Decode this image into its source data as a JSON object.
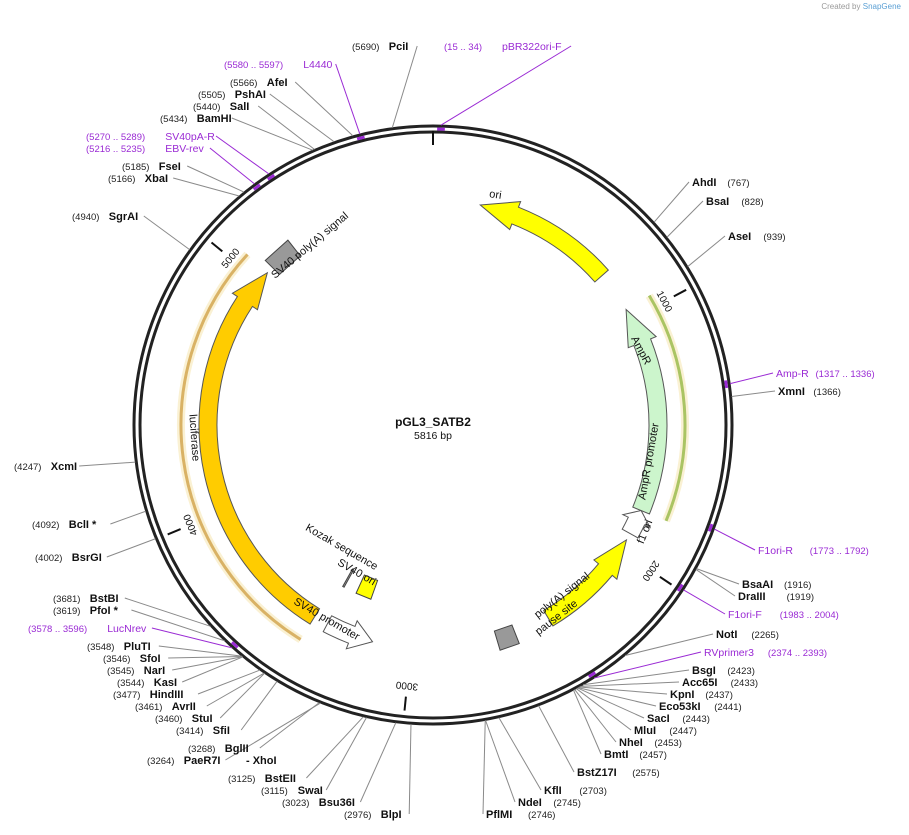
{
  "credit": {
    "prefix": "Created by",
    "brand": "SnapGene"
  },
  "plasmid": {
    "name": "pGL3_SATB2",
    "length": 5816,
    "length_label": "5816 bp"
  },
  "ticks": [
    {
      "label": "1000",
      "pos": 1000
    },
    {
      "label": "2000",
      "pos": 2000
    },
    {
      "label": "3000",
      "pos": 3000
    },
    {
      "label": "4000",
      "pos": 4000
    },
    {
      "label": "5000",
      "pos": 5000
    }
  ],
  "features": [
    {
      "id": "ori",
      "label": "ori",
      "start": 196,
      "end": 784,
      "dir": -1,
      "color": "#ffff00",
      "ring": 0
    },
    {
      "id": "ampr",
      "label": "AmpR",
      "start": 955,
      "end": 1815,
      "dir": -1,
      "color": "#ccf5cc",
      "ring": 0
    },
    {
      "id": "ampr-promoter",
      "label": "AmpR promoter",
      "start": 1815,
      "end": 1920,
      "dir": -1,
      "color": "#ffffff",
      "ring": 0
    },
    {
      "id": "f1-ori",
      "label": "f1 ori",
      "start": 1950,
      "end": 2410,
      "dir": -1,
      "color": "#ffff00",
      "ring": 0
    },
    {
      "id": "polya-pause",
      "label": "poly(A) signal",
      "label2": "pause site",
      "start": 2560,
      "end": 2640,
      "box": true,
      "color": "#999999",
      "ring": 0
    },
    {
      "id": "sv40-promoter",
      "label": "SV40 promoter",
      "start": 3160,
      "end": 3360,
      "dir": -1,
      "color": "#ffffff",
      "ring": 0
    },
    {
      "id": "sv40-ori",
      "label": "SV40 ori",
      "start": 3225,
      "end": 3305,
      "box": true,
      "color": "#ffff00",
      "ring": 1
    },
    {
      "id": "kozak",
      "label": "Kozak sequence",
      "start": 3372,
      "end": 3380,
      "box": true,
      "color": "#999999",
      "ring": 1
    },
    {
      "id": "luciferase",
      "label": "luciferase",
      "start": 3420,
      "end": 5050,
      "dir": 1,
      "color": "#ffcc00",
      "ring": 0
    },
    {
      "id": "sv40-polya",
      "label": "SV40 poly(A) signal",
      "start": 5080,
      "end": 5200,
      "box": true,
      "color": "#999999",
      "ring": 0
    }
  ],
  "highlights": [
    {
      "id": "ampr-hl",
      "start": 955,
      "end": 1815,
      "color": "#4e9a06"
    },
    {
      "id": "luc-hl",
      "start": 3420,
      "end": 5050,
      "color": "#b5720a"
    }
  ],
  "labels": [
    {
      "name": "PciI",
      "pos": "(5690)",
      "type": "enz",
      "loc": 5690
    },
    {
      "name": "pBR322ori-F",
      "pos": "(15 .. 34)",
      "type": "primer",
      "loc": 25
    },
    {
      "name": "L4440",
      "pos": "(5580 .. 5597)",
      "type": "primer",
      "loc": 5588
    },
    {
      "name": "AfeI",
      "pos": "(5566)",
      "type": "enz",
      "loc": 5566
    },
    {
      "name": "PshAI",
      "pos": "(5505)",
      "type": "enz",
      "loc": 5505
    },
    {
      "name": "SalI",
      "pos": "(5440)",
      "type": "enz",
      "loc": 5440
    },
    {
      "name": "BamHI",
      "pos": "(5434)",
      "type": "enz",
      "loc": 5434
    },
    {
      "name": "SV40pA-R",
      "pos": "(5270 .. 5289)",
      "type": "primer",
      "loc": 5280
    },
    {
      "name": "EBV-rev",
      "pos": "(5216 .. 5235)",
      "type": "primer",
      "loc": 5226
    },
    {
      "name": "FseI",
      "pos": "(5185)",
      "type": "enz",
      "loc": 5185
    },
    {
      "name": "XbaI",
      "pos": "(5166)",
      "type": "enz",
      "loc": 5166
    },
    {
      "name": "SgrAI",
      "pos": "(4940)",
      "type": "enz",
      "loc": 4940
    },
    {
      "name": "XcmI",
      "pos": "(4247)",
      "type": "enz",
      "loc": 4247
    },
    {
      "name": "BclI *",
      "pos": "(4092)",
      "type": "enz",
      "loc": 4092
    },
    {
      "name": "BsrGI",
      "pos": "(4002)",
      "type": "enz",
      "loc": 4002
    },
    {
      "name": "BstBI",
      "pos": "(3681)",
      "type": "enz",
      "loc": 3681
    },
    {
      "name": "PfoI *",
      "pos": "(3619)",
      "type": "enz",
      "loc": 3619
    },
    {
      "name": "LucNrev",
      "pos": "(3578 .. 3596)",
      "type": "primer",
      "loc": 3587
    },
    {
      "name": "PluTI",
      "pos": "(3548)",
      "type": "enz",
      "loc": 3548
    },
    {
      "name": "SfoI",
      "pos": "(3546)",
      "type": "enz",
      "loc": 3546
    },
    {
      "name": "NarI",
      "pos": "(3545)",
      "type": "enz",
      "loc": 3545
    },
    {
      "name": "KasI",
      "pos": "(3544)",
      "type": "enz",
      "loc": 3544
    },
    {
      "name": "HindIII",
      "pos": "(3477)",
      "type": "enz",
      "loc": 3477
    },
    {
      "name": "AvrII",
      "pos": "(3461)",
      "type": "enz",
      "loc": 3461
    },
    {
      "name": "StuI",
      "pos": "(3460)",
      "type": "enz",
      "loc": 3460
    },
    {
      "name": "SfiI",
      "pos": "(3414)",
      "type": "enz",
      "loc": 3414
    },
    {
      "name": "BglII",
      "pos": "(3268)",
      "type": "enz",
      "loc": 3268
    },
    {
      "name": "PaeR7I",
      "pos": "(3264)",
      "type": "enz",
      "loc": 3264
    },
    {
      "name": "- XhoI",
      "pos": "",
      "type": "enz",
      "loc": 3264
    },
    {
      "name": "BstEII",
      "pos": "(3125)",
      "type": "enz",
      "loc": 3125
    },
    {
      "name": "SwaI",
      "pos": "(3115)",
      "type": "enz",
      "loc": 3115
    },
    {
      "name": "Bsu36I",
      "pos": "(3023)",
      "type": "enz",
      "loc": 3023
    },
    {
      "name": "BlpI",
      "pos": "(2976)",
      "type": "enz",
      "loc": 2976
    },
    {
      "name": "PflMI",
      "pos": "(2746)",
      "type": "enz",
      "loc": 2746
    },
    {
      "name": "NdeI",
      "pos": "(2745)",
      "type": "enz",
      "loc": 2745
    },
    {
      "name": "KflI",
      "pos": "(2703)",
      "type": "enz",
      "loc": 2703
    },
    {
      "name": "BstZ17I",
      "pos": "(2575)",
      "type": "enz",
      "loc": 2575
    },
    {
      "name": "BmtI",
      "pos": "(2457)",
      "type": "enz",
      "loc": 2457
    },
    {
      "name": "NheI",
      "pos": "(2453)",
      "type": "enz",
      "loc": 2453
    },
    {
      "name": "MluI",
      "pos": "(2447)",
      "type": "enz",
      "loc": 2447
    },
    {
      "name": "SacI",
      "pos": "(2443)",
      "type": "enz",
      "loc": 2443
    },
    {
      "name": "Eco53kI",
      "pos": "(2441)",
      "type": "enz",
      "loc": 2441
    },
    {
      "name": "KpnI",
      "pos": "(2437)",
      "type": "enz",
      "loc": 2437
    },
    {
      "name": "Acc65I",
      "pos": "(2433)",
      "type": "enz",
      "loc": 2433
    },
    {
      "name": "BsgI",
      "pos": "(2423)",
      "type": "enz",
      "loc": 2423
    },
    {
      "name": "RVprimer3",
      "pos": "(2374 .. 2393)",
      "type": "primer",
      "loc": 2383
    },
    {
      "name": "NotI",
      "pos": "(2265)",
      "type": "enz",
      "loc": 2265
    },
    {
      "name": "F1ori-F",
      "pos": "(1983 .. 2004)",
      "type": "primer",
      "loc": 1993
    },
    {
      "name": "DraIII",
      "pos": "(1919)",
      "type": "enz",
      "loc": 1919
    },
    {
      "name": "BsaAI",
      "pos": "(1916)",
      "type": "enz",
      "loc": 1916
    },
    {
      "name": "F1ori-R",
      "pos": "(1773 .. 1792)",
      "type": "primer",
      "loc": 1782
    },
    {
      "name": "XmnI",
      "pos": "(1366)",
      "type": "enz",
      "loc": 1366
    },
    {
      "name": "Amp-R",
      "pos": "(1317 .. 1336)",
      "type": "primer",
      "loc": 1326
    },
    {
      "name": "AseI",
      "pos": "(939)",
      "type": "enz",
      "loc": 939
    },
    {
      "name": "BsaI",
      "pos": "(828)",
      "type": "enz",
      "loc": 828
    },
    {
      "name": "AhdI",
      "pos": "(767)",
      "type": "enz",
      "loc": 767
    }
  ]
}
